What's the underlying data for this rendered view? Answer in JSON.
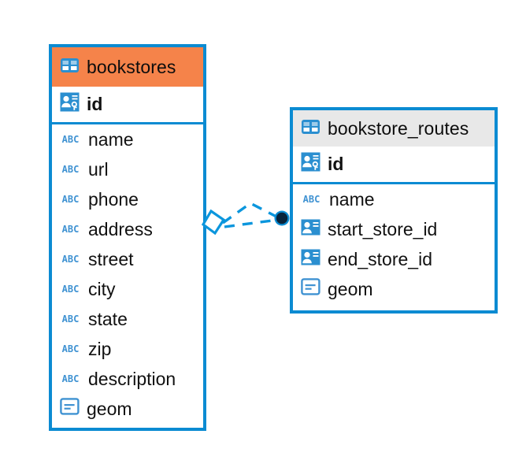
{
  "diagram": {
    "title": "entity-relationship-diagram",
    "colors": {
      "border": "#0b8bd2",
      "header_highlight": "#f5834a",
      "header_default": "#e8e8e8",
      "icon_blue": "#2b8fd0",
      "connector": "#0b96dd",
      "connector_dot": "#06263f",
      "text": "#111111",
      "canvas": "#ffffff"
    },
    "entities": [
      {
        "name": "bookstores",
        "header_icon": "table-icon",
        "header_style": "orange",
        "fields": [
          {
            "name": "id",
            "icon": "primary-key-icon",
            "type": "pk"
          },
          {
            "name": "name",
            "icon": "abc-text-icon",
            "type": "text"
          },
          {
            "name": "url",
            "icon": "abc-text-icon",
            "type": "text"
          },
          {
            "name": "phone",
            "icon": "abc-text-icon",
            "type": "text"
          },
          {
            "name": "address",
            "icon": "abc-text-icon",
            "type": "text"
          },
          {
            "name": "street",
            "icon": "abc-text-icon",
            "type": "text"
          },
          {
            "name": "city",
            "icon": "abc-text-icon",
            "type": "text"
          },
          {
            "name": "state",
            "icon": "abc-text-icon",
            "type": "text"
          },
          {
            "name": "zip",
            "icon": "abc-text-icon",
            "type": "text"
          },
          {
            "name": "description",
            "icon": "abc-text-icon",
            "type": "text"
          },
          {
            "name": "geom",
            "icon": "geometry-icon",
            "type": "geometry"
          }
        ]
      },
      {
        "name": "bookstore_routes",
        "header_icon": "table-icon",
        "header_style": "gray",
        "fields": [
          {
            "name": "id",
            "icon": "primary-key-icon",
            "type": "pk"
          },
          {
            "name": "name",
            "icon": "abc-text-icon",
            "type": "text"
          },
          {
            "name": "start_store_id",
            "icon": "foreign-key-icon",
            "type": "fk"
          },
          {
            "name": "end_store_id",
            "icon": "foreign-key-icon",
            "type": "fk"
          },
          {
            "name": "geom",
            "icon": "geometry-icon",
            "type": "geometry"
          }
        ]
      }
    ],
    "relationship": {
      "name": "bookstores-to-bookstore-routes",
      "style": "dashed",
      "source_marker": "diamond",
      "target_marker": "filled-circle",
      "abc_label": "ABC"
    }
  }
}
